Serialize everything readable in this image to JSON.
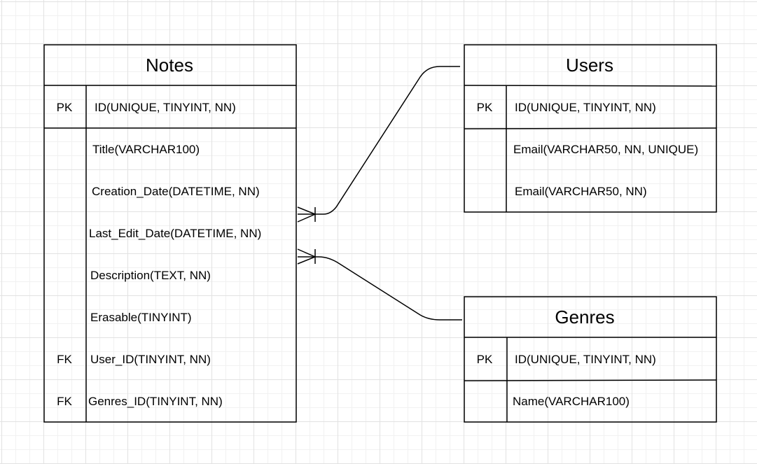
{
  "entities": {
    "notes": {
      "title": "Notes",
      "pk_key": "PK",
      "pk_field": "ID(UNIQUE, TINYINT, NN)",
      "fields": {
        "title": "Title(VARCHAR100)",
        "creation_date": "Creation_Date(DATETIME, NN)",
        "last_edit_date": "Last_Edit_Date(DATETIME, NN)",
        "description": "Description(TEXT, NN)",
        "erasable": "Erasable(TINYINT)",
        "user_id": "User_ID(TINYINT, NN)",
        "genres_id": "Genres_ID(TINYINT, NN)"
      },
      "fk_user_key": "FK",
      "fk_genres_key": "FK"
    },
    "users": {
      "title": "Users",
      "pk_key": "PK",
      "pk_field": "ID(UNIQUE, TINYINT, NN)",
      "fields": {
        "email_unique": "Email(VARCHAR50, NN, UNIQUE)",
        "email": "Email(VARCHAR50, NN)"
      }
    },
    "genres": {
      "title": "Genres",
      "pk_key": "PK",
      "pk_field": "ID(UNIQUE, TINYINT, NN)",
      "fields": {
        "name": "Name(VARCHAR100)"
      }
    }
  },
  "relationships": [
    {
      "from": "Notes",
      "to": "Users",
      "notation": "one-or-many to one"
    },
    {
      "from": "Notes",
      "to": "Genres",
      "notation": "one-or-many to one"
    }
  ],
  "colors": {
    "stroke": "#000000",
    "background": "#ffffff",
    "grid": "#e2e2e2"
  }
}
